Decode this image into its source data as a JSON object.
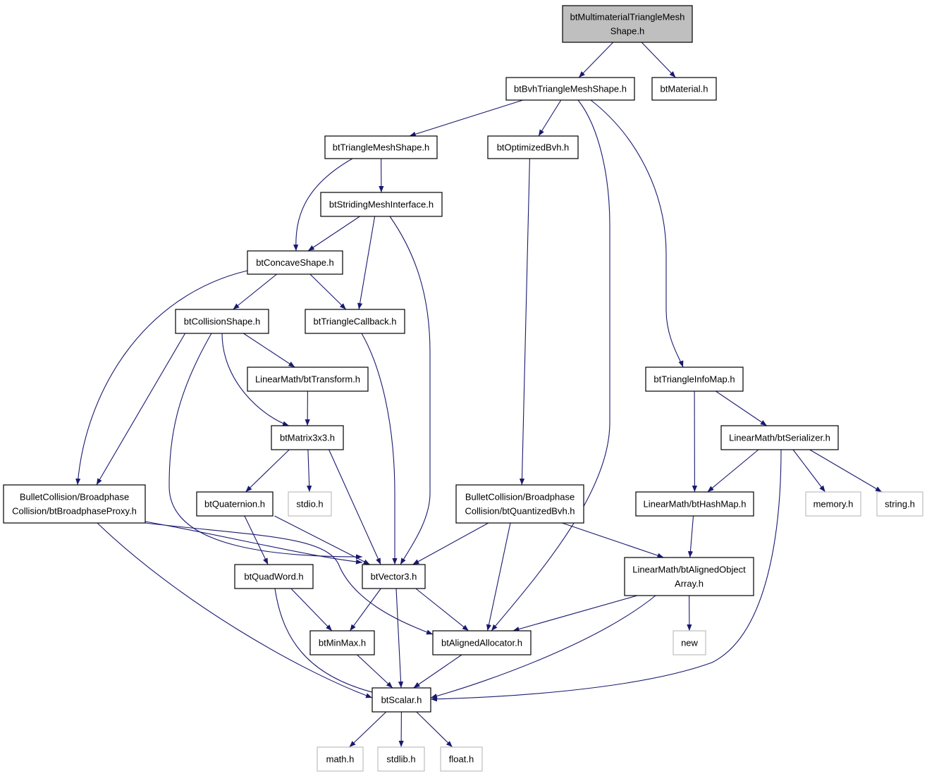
{
  "colors": {
    "edge": "#191970",
    "root_fill": "#bfbfbf",
    "local_border": "#000000",
    "system_border": "#bfbfbf"
  },
  "nodes": [
    {
      "id": "root",
      "kind": "root",
      "lines": [
        "btMultimaterialTriangleMesh",
        "Shape.h"
      ]
    },
    {
      "id": "bvh",
      "kind": "local",
      "lines": [
        "btBvhTriangleMeshShape.h"
      ]
    },
    {
      "id": "material",
      "kind": "local",
      "lines": [
        "btMaterial.h"
      ]
    },
    {
      "id": "trimesh",
      "kind": "local",
      "lines": [
        "btTriangleMeshShape.h"
      ]
    },
    {
      "id": "optbvh",
      "kind": "local",
      "lines": [
        "btOptimizedBvh.h"
      ]
    },
    {
      "id": "striding",
      "kind": "local",
      "lines": [
        "btStridingMeshInterface.h"
      ]
    },
    {
      "id": "concave",
      "kind": "local",
      "lines": [
        "btConcaveShape.h"
      ]
    },
    {
      "id": "collision",
      "kind": "local",
      "lines": [
        "btCollisionShape.h"
      ]
    },
    {
      "id": "tricallback",
      "kind": "local",
      "lines": [
        "btTriangleCallback.h"
      ]
    },
    {
      "id": "transform",
      "kind": "local",
      "lines": [
        "LinearMath/btTransform.h"
      ]
    },
    {
      "id": "triinfomap",
      "kind": "local",
      "lines": [
        "btTriangleInfoMap.h"
      ]
    },
    {
      "id": "matrix",
      "kind": "local",
      "lines": [
        "btMatrix3x3.h"
      ]
    },
    {
      "id": "serializer",
      "kind": "local",
      "lines": [
        "LinearMath/btSerializer.h"
      ]
    },
    {
      "id": "bproxy",
      "kind": "local",
      "lines": [
        "BulletCollision/Broadphase",
        "Collision/btBroadphaseProxy.h"
      ]
    },
    {
      "id": "quaternion",
      "kind": "local",
      "lines": [
        "btQuaternion.h"
      ]
    },
    {
      "id": "stdio",
      "kind": "system",
      "lines": [
        "stdio.h"
      ]
    },
    {
      "id": "qbvh",
      "kind": "local",
      "lines": [
        "BulletCollision/Broadphase",
        "Collision/btQuantizedBvh.h"
      ]
    },
    {
      "id": "hashmap",
      "kind": "local",
      "lines": [
        "LinearMath/btHashMap.h"
      ]
    },
    {
      "id": "memory",
      "kind": "system",
      "lines": [
        "memory.h"
      ]
    },
    {
      "id": "string",
      "kind": "system",
      "lines": [
        "string.h"
      ]
    },
    {
      "id": "quadword",
      "kind": "local",
      "lines": [
        "btQuadWord.h"
      ]
    },
    {
      "id": "vector3",
      "kind": "local",
      "lines": [
        "btVector3.h"
      ]
    },
    {
      "id": "alignedarray",
      "kind": "local",
      "lines": [
        "LinearMath/btAlignedObject",
        "Array.h"
      ]
    },
    {
      "id": "minmax",
      "kind": "local",
      "lines": [
        "btMinMax.h"
      ]
    },
    {
      "id": "alignedalloc",
      "kind": "local",
      "lines": [
        "btAlignedAllocator.h"
      ]
    },
    {
      "id": "new",
      "kind": "system",
      "lines": [
        "new"
      ]
    },
    {
      "id": "scalar",
      "kind": "local",
      "lines": [
        "btScalar.h"
      ]
    },
    {
      "id": "math",
      "kind": "system",
      "lines": [
        "math.h"
      ]
    },
    {
      "id": "stdlib",
      "kind": "system",
      "lines": [
        "stdlib.h"
      ]
    },
    {
      "id": "float",
      "kind": "system",
      "lines": [
        "float.h"
      ]
    }
  ],
  "edges": [
    [
      "root",
      "bvh"
    ],
    [
      "root",
      "material"
    ],
    [
      "bvh",
      "trimesh"
    ],
    [
      "bvh",
      "optbvh"
    ],
    [
      "bvh",
      "alignedalloc"
    ],
    [
      "bvh",
      "triinfomap"
    ],
    [
      "trimesh",
      "striding"
    ],
    [
      "trimesh",
      "concave"
    ],
    [
      "striding",
      "concave"
    ],
    [
      "striding",
      "tricallback"
    ],
    [
      "striding",
      "vector3"
    ],
    [
      "concave",
      "collision"
    ],
    [
      "concave",
      "tricallback"
    ],
    [
      "concave",
      "bproxy"
    ],
    [
      "collision",
      "transform"
    ],
    [
      "collision",
      "matrix"
    ],
    [
      "collision",
      "bproxy"
    ],
    [
      "collision",
      "vector3"
    ],
    [
      "tricallback",
      "vector3"
    ],
    [
      "transform",
      "matrix"
    ],
    [
      "matrix",
      "quaternion"
    ],
    [
      "matrix",
      "stdio"
    ],
    [
      "matrix",
      "vector3"
    ],
    [
      "optbvh",
      "qbvh"
    ],
    [
      "triinfomap",
      "hashmap"
    ],
    [
      "triinfomap",
      "serializer"
    ],
    [
      "serializer",
      "hashmap"
    ],
    [
      "serializer",
      "memory"
    ],
    [
      "serializer",
      "string"
    ],
    [
      "serializer",
      "scalar"
    ],
    [
      "bproxy",
      "vector3"
    ],
    [
      "bproxy",
      "alignedalloc"
    ],
    [
      "bproxy",
      "scalar"
    ],
    [
      "quaternion",
      "quadword"
    ],
    [
      "quaternion",
      "vector3"
    ],
    [
      "qbvh",
      "vector3"
    ],
    [
      "qbvh",
      "alignedalloc"
    ],
    [
      "qbvh",
      "alignedarray"
    ],
    [
      "hashmap",
      "alignedarray"
    ],
    [
      "quadword",
      "minmax"
    ],
    [
      "quadword",
      "scalar"
    ],
    [
      "vector3",
      "minmax"
    ],
    [
      "vector3",
      "alignedalloc"
    ],
    [
      "vector3",
      "scalar"
    ],
    [
      "alignedarray",
      "alignedalloc"
    ],
    [
      "alignedarray",
      "new"
    ],
    [
      "alignedarray",
      "scalar"
    ],
    [
      "minmax",
      "scalar"
    ],
    [
      "alignedalloc",
      "scalar"
    ],
    [
      "scalar",
      "math"
    ],
    [
      "scalar",
      "stdlib"
    ],
    [
      "scalar",
      "float"
    ]
  ]
}
